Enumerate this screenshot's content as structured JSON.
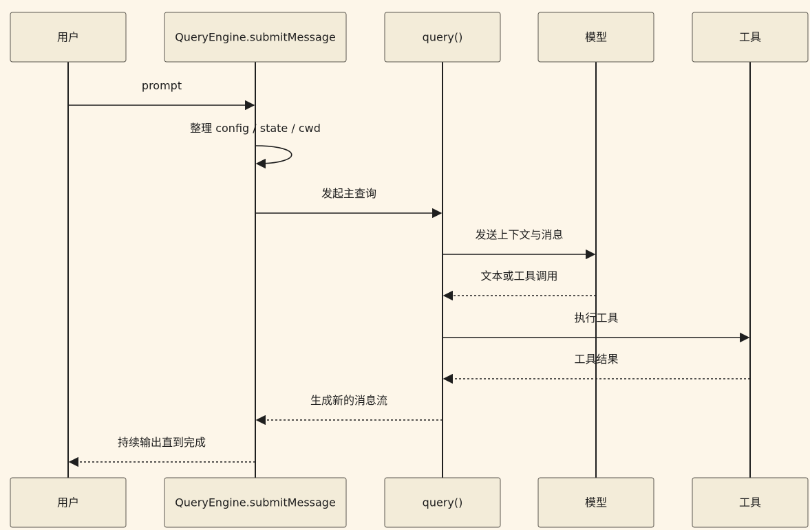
{
  "participants": [
    {
      "id": "user",
      "label": "用户"
    },
    {
      "id": "engine",
      "label": "QueryEngine.submitMessage"
    },
    {
      "id": "query",
      "label": "query()"
    },
    {
      "id": "model",
      "label": "模型"
    },
    {
      "id": "tool",
      "label": "工具"
    }
  ],
  "messages": [
    {
      "from": "user",
      "to": "engine",
      "label": "prompt",
      "style": "solid"
    },
    {
      "from": "engine",
      "to": "engine",
      "label": "整理 config / state / cwd",
      "style": "solid",
      "self": true
    },
    {
      "from": "engine",
      "to": "query",
      "label": "发起主查询",
      "style": "solid"
    },
    {
      "from": "query",
      "to": "model",
      "label": "发送上下文与消息",
      "style": "solid"
    },
    {
      "from": "model",
      "to": "query",
      "label": "文本或工具调用",
      "style": "dashed"
    },
    {
      "from": "query",
      "to": "tool",
      "label": "执行工具",
      "style": "solid"
    },
    {
      "from": "tool",
      "to": "query",
      "label": "工具结果",
      "style": "dashed"
    },
    {
      "from": "query",
      "to": "engine",
      "label": "生成新的消息流",
      "style": "dashed"
    },
    {
      "from": "engine",
      "to": "user",
      "label": "持续输出直到完成",
      "style": "dashed"
    }
  ]
}
